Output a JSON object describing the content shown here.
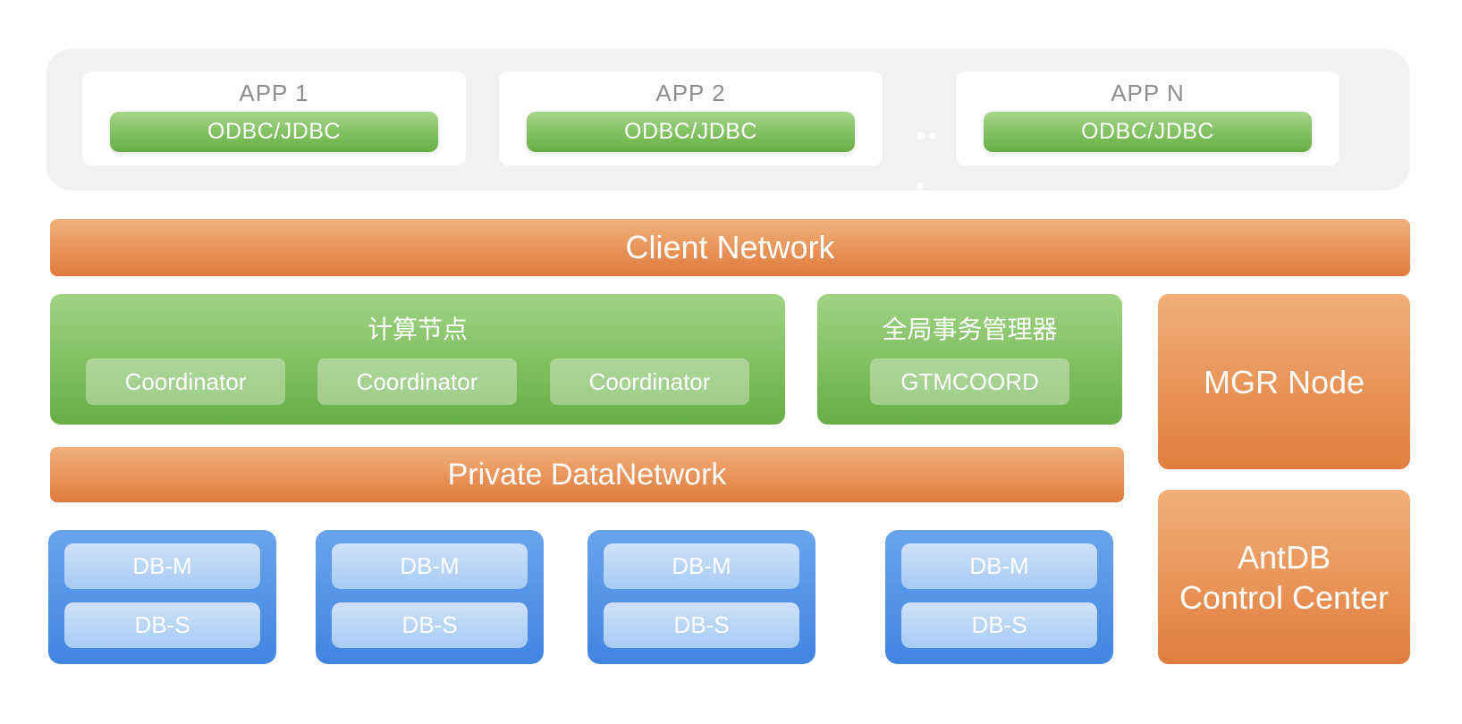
{
  "colors": {
    "background": "#ffffff",
    "container_gray": "#f1f1f2",
    "app_label_gray": "#8e8e8e",
    "green_button_top": "#a3d489",
    "green_button_bottom": "#66af42",
    "green_box_top": "#9fd384",
    "green_box_bottom": "#67ae44",
    "orange_top": "#f2b17b",
    "orange_bottom": "#df7a3c",
    "blue_cluster_top": "#69a4ec",
    "blue_cluster_bottom": "#4185e2",
    "blue_pill_top": "#cfe1fa",
    "blue_pill_bottom": "#a6cbf4",
    "text_white": "#ffffff"
  },
  "app_layer": {
    "apps": [
      {
        "label": "APP 1",
        "button_label": "ODBC/JDBC"
      },
      {
        "label": "APP 2",
        "button_label": "ODBC/JDBC"
      },
      {
        "label": "APP N",
        "button_label": "ODBC/JDBC"
      }
    ]
  },
  "client_network": {
    "label": "Client Network"
  },
  "compute_node": {
    "title": "计算节点",
    "coordinators": [
      "Coordinator",
      "Coordinator",
      "Coordinator"
    ]
  },
  "gtm": {
    "title": "全局事务管理器",
    "node_label": "GTMCOORD"
  },
  "mgr_node": {
    "label": "MGR Node"
  },
  "private_network": {
    "label": "Private DataNetwork"
  },
  "db_clusters": [
    {
      "master": "DB-M",
      "standby": "DB-S"
    },
    {
      "master": "DB-M",
      "standby": "DB-S"
    },
    {
      "master": "DB-M",
      "standby": "DB-S"
    },
    {
      "master": "DB-M",
      "standby": "DB-S"
    }
  ],
  "control_center": {
    "line1": "AntDB",
    "line2": "Control Center"
  }
}
